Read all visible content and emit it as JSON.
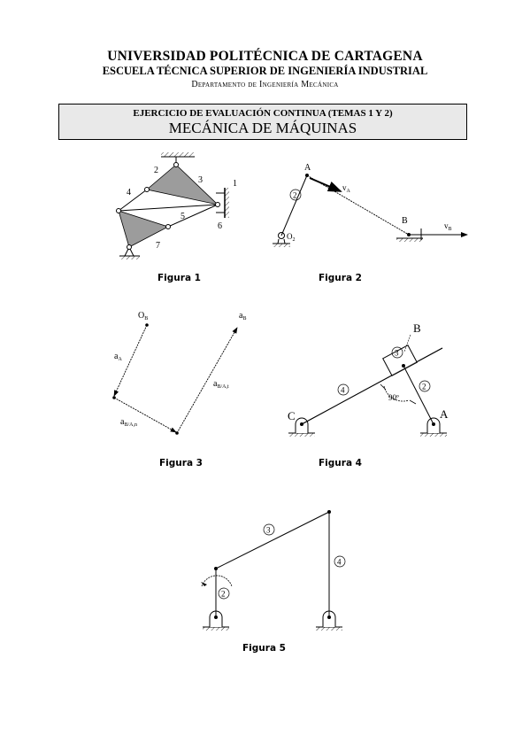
{
  "header": {
    "university": "UNIVERSIDAD POLITÉCNICA DE CARTAGENA",
    "school": "ESCUELA TÉCNICA SUPERIOR DE INGENIERÍA INDUSTRIAL",
    "department": "Departamento de Ingeniería Mecánica"
  },
  "title_box": {
    "exercise": "EJERCICIO DE EVALUACIÓN CONTINUA (TEMAS 1 Y 2)",
    "subject": "MECÁNICA DE MÁQUINAS"
  },
  "figures": {
    "fig1": {
      "caption": "Figura 1",
      "labels": [
        "2",
        "3",
        "1",
        "4",
        "5",
        "6",
        "7"
      ]
    },
    "fig2": {
      "caption": "Figura 2",
      "point_a": "A",
      "point_b": "B",
      "link": "2",
      "ground": "O",
      "ground_sub": "2",
      "vel_a": "v",
      "vel_a_sub": "A",
      "vel_b": "v",
      "vel_b_sub": "B"
    },
    "fig3": {
      "caption": "Figura 3",
      "origin": "O",
      "origin_sub": "B",
      "acc_b": "a",
      "acc_b_sub": "B",
      "acc_a": "a",
      "acc_a_sub": "A",
      "acc_bat": "a",
      "acc_bat_sub": "B/A,t",
      "acc_ban": "a",
      "acc_ban_sub": "B/A,n"
    },
    "fig4": {
      "caption": "Figura 4",
      "point_b": "B",
      "point_c": "C",
      "point_a": "A",
      "link_3": "3",
      "link_4": "4",
      "link_2": "2",
      "angle": "90º"
    },
    "fig5": {
      "caption": "Figura 5",
      "link_3": "3",
      "link_4": "4",
      "link_2": "2"
    }
  }
}
